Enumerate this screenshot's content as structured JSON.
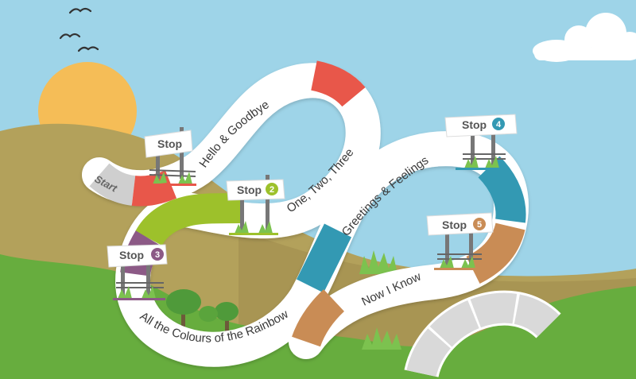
{
  "course_map": {
    "start_label": "Start",
    "units": [
      {
        "label": "Hello & Goodbye"
      },
      {
        "label": "One, Two, Three"
      },
      {
        "label": "Greetings & Feelings"
      },
      {
        "label": "All the Colours of the Rainbow"
      },
      {
        "label": "Now I Know"
      }
    ],
    "stops": [
      {
        "label": "Stop",
        "number": "",
        "color": "#e8574a"
      },
      {
        "label": "Stop",
        "number": "2",
        "color": "#9dc12b"
      },
      {
        "label": "Stop",
        "number": "3",
        "color": "#8c5a86"
      },
      {
        "label": "Stop",
        "number": "4",
        "color": "#3399b3"
      },
      {
        "label": "Stop",
        "number": "5",
        "color": "#c98c55"
      }
    ]
  },
  "colors": {
    "sky": "#9ed4e8",
    "sun": "#f5bd57",
    "far_hill": "#b3a15b",
    "near_hill": "#67ad3e",
    "path": "#ffffff"
  },
  "icons": [
    "bird-icon",
    "cloud-icon",
    "sun-icon",
    "bush-icon",
    "tree-icon",
    "fence-icon"
  ]
}
